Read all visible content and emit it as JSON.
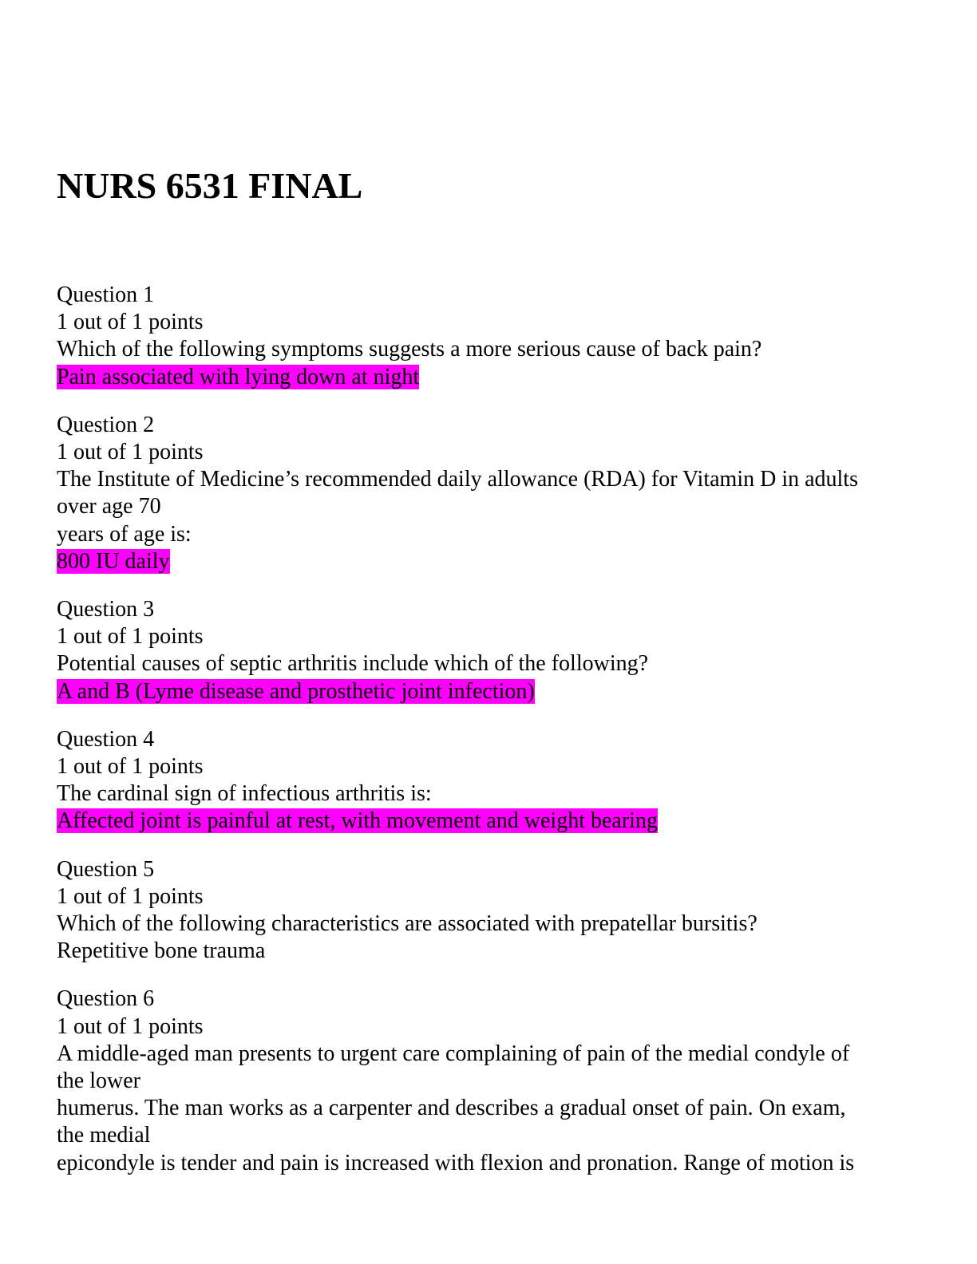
{
  "document": {
    "title": "NURS 6531 FINAL"
  },
  "colors": {
    "highlight": "#ff00ff",
    "text": "#000000",
    "background": "#ffffff"
  },
  "questions": [
    {
      "label": "Question 1",
      "score": "1 out of 1 points",
      "text_lines": [
        "Which of the following symptoms suggests a more serious cause of back pain?"
      ],
      "answer": "Pain associated with lying down at night",
      "answer_highlighted": true
    },
    {
      "label": "Question 2",
      "score": "1 out of 1 points",
      "text_lines": [
        "The Institute of Medicine’s recommended daily allowance (RDA) for Vitamin D in adults",
        "over age 70",
        "years of age is:"
      ],
      "answer": "800 IU daily",
      "answer_highlighted": true
    },
    {
      "label": "Question 3",
      "score": "1 out of 1 points",
      "text_lines": [
        "Potential causes of septic arthritis include which of the following?"
      ],
      "answer": "A and B (Lyme disease and prosthetic joint infection)",
      "answer_highlighted": true
    },
    {
      "label": "Question 4",
      "score": "1 out of 1 points",
      "text_lines": [
        "The cardinal sign of infectious arthritis is:"
      ],
      "answer": "Affected joint is painful at rest, with movement and weight bearing",
      "answer_highlighted": true
    },
    {
      "label": "Question 5",
      "score": "1 out of 1 points",
      "text_lines": [
        "Which of the following characteristics are associated with prepatellar bursitis?"
      ],
      "answer": "Repetitive bone trauma",
      "answer_highlighted": false
    },
    {
      "label": "Question 6",
      "score": "1 out of 1 points",
      "text_lines": [
        "A middle-aged man presents to urgent care complaining of pain of the medial condyle of",
        "the lower",
        "humerus. The man works as a carpenter and describes a gradual onset of pain. On exam,",
        "the medial",
        "epicondyle is tender and pain is increased with flexion and pronation. Range of motion is"
      ],
      "answer": "",
      "answer_highlighted": false
    }
  ]
}
